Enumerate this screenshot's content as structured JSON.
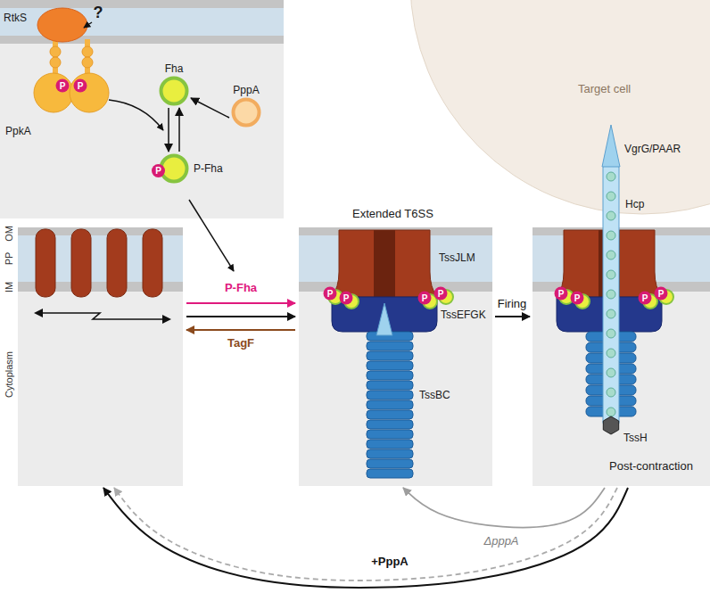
{
  "diagram": {
    "nodes": [
      {
        "text": [
          "RtkS",
          "PpkA"
        ]
      },
      {
        "text": [
          "Fha"
        ],
        "in": 0
      },
      {
        "text": [
          "PppA"
        ],
        "in": 0
      },
      {
        "text": [
          "P",
          "P-Fha"
        ],
        "in": 0
      },
      {
        "text": [
          "OM",
          "PP",
          "IM",
          "Cytoplasm"
        ]
      },
      {
        "text": [
          "Extended T6SS",
          "TssJLM",
          "TssEFGK",
          "TssBC"
        ]
      },
      {
        "text": [
          "Target cell",
          "VgrG/PAAR",
          "Hcp",
          "TssH",
          "Post-contraction"
        ]
      }
    ],
    "edges": [
      {
        "from": 1,
        "to": 3,
        "arrow": "to"
      },
      {
        "from": 3,
        "to": 1,
        "arrow": "to"
      },
      {
        "from": 2,
        "to": 1,
        "arrow": "to"
      },
      {
        "from": 4,
        "to": 5,
        "label": "P-Fha",
        "arrow": "to"
      },
      {
        "from": 4,
        "to": 5,
        "arrow": "to"
      },
      {
        "from": 5,
        "to": 4,
        "label": "TagF",
        "arrow": "to"
      },
      {
        "from": 5,
        "to": 6,
        "label": "Firing",
        "arrow": "to"
      },
      {
        "from": 6,
        "to": 4,
        "label": "+PppA",
        "arrow": "to"
      },
      {
        "from": 6,
        "to": 4,
        "arrow": "to"
      },
      {
        "from": 6,
        "to": 5,
        "label": "ΔpppA",
        "arrow": "to"
      }
    ],
    "labels": [
      "?",
      "P",
      "P",
      "P",
      "P",
      "P",
      "P",
      "P",
      "P",
      "P",
      "P"
    ]
  }
}
